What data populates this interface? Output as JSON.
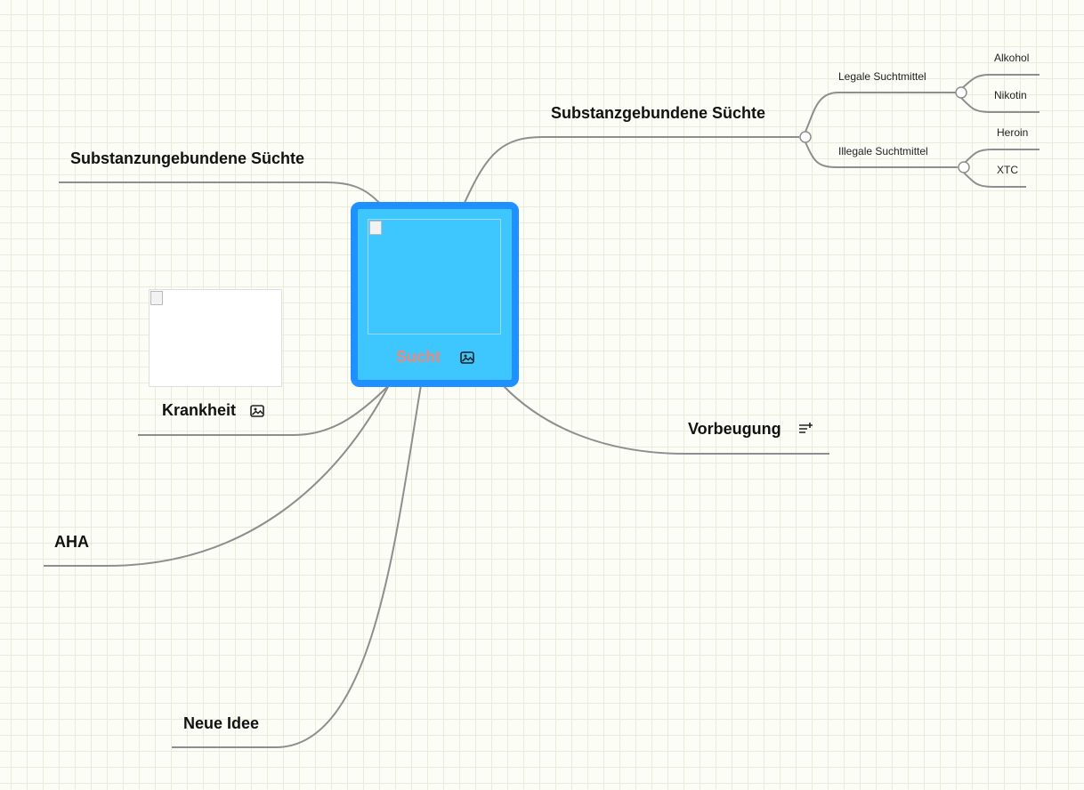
{
  "central": {
    "label": "Sucht"
  },
  "branches": {
    "substanzgebunden": {
      "label": "Substanzgebundene Süchte"
    },
    "substanzungebunden": {
      "label": "Substanzungebundene Süchte"
    },
    "krankheit": {
      "label": "Krankheit"
    },
    "aha": {
      "label": "AHA"
    },
    "neue_idee": {
      "label": "Neue Idee"
    },
    "vorbeugung": {
      "label": "Vorbeugung"
    }
  },
  "subbranches": {
    "legal": {
      "label": "Legale Suchtmittel",
      "items": [
        "Alkohol",
        "Nikotin"
      ]
    },
    "illegal": {
      "label": "Illegale Suchtmittel",
      "items": [
        "Heroin",
        "XTC"
      ]
    }
  },
  "colors": {
    "connector": "#8e8e8e",
    "central_fill": "#3ec6ff",
    "central_border": "#1e90ff",
    "central_label": "#e98a7d"
  },
  "icons": {
    "image": "image-icon",
    "notes": "notes-icon"
  }
}
